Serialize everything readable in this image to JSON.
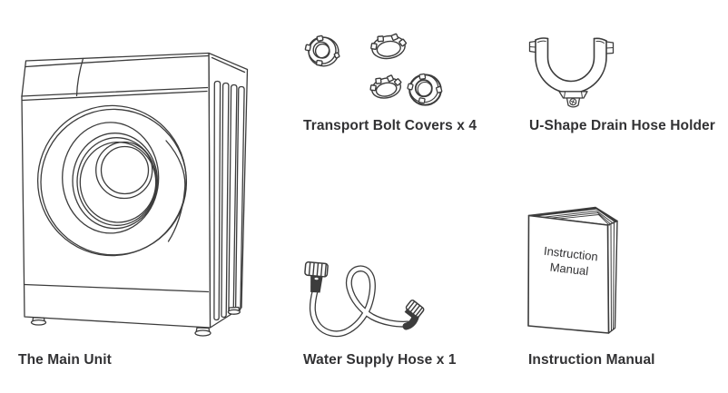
{
  "page": {
    "background": "#ffffff",
    "line_color": "#3c3c3c",
    "text_color": "#323234"
  },
  "items": [
    {
      "id": "main-unit",
      "label": "The Main Unit"
    },
    {
      "id": "transport-bolt-covers",
      "label": "Transport Bolt Covers x 4",
      "quantity": 4
    },
    {
      "id": "drain-hose-holder",
      "label": "U-Shape Drain Hose Holder"
    },
    {
      "id": "water-supply-hose",
      "label": "Water Supply Hose x 1",
      "quantity": 1
    },
    {
      "id": "instruction-manual",
      "label": "Instruction Manual"
    }
  ],
  "manual_cover": {
    "line1": "Instruction",
    "line2": "Manual"
  }
}
